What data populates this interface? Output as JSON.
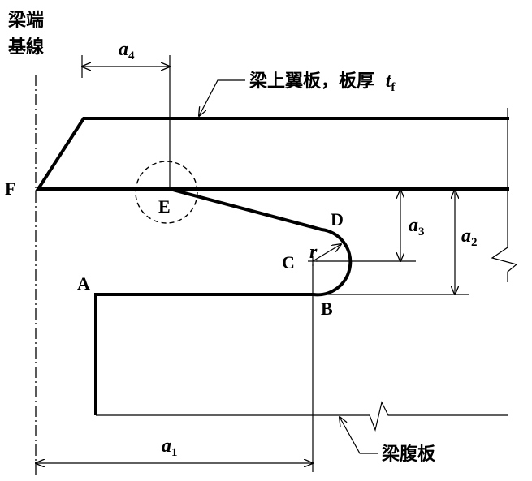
{
  "labels": {
    "baseline_line1": "梁端",
    "baseline_line2": "基線",
    "top_flange": "梁上翼板，板厚",
    "top_flange_sym": "t",
    "top_flange_sub": "f",
    "web": "梁腹板"
  },
  "points": {
    "A": "A",
    "B": "B",
    "C": "C",
    "D": "D",
    "E": "E",
    "F": "F"
  },
  "radius_label": "r",
  "dims": {
    "a1": {
      "sym": "a",
      "sub": "1"
    },
    "a2": {
      "sym": "a",
      "sub": "2"
    },
    "a3": {
      "sym": "a",
      "sub": "3"
    },
    "a4": {
      "sym": "a",
      "sub": "4"
    }
  },
  "colors": {
    "ink": "#000000",
    "background": "#ffffff"
  }
}
